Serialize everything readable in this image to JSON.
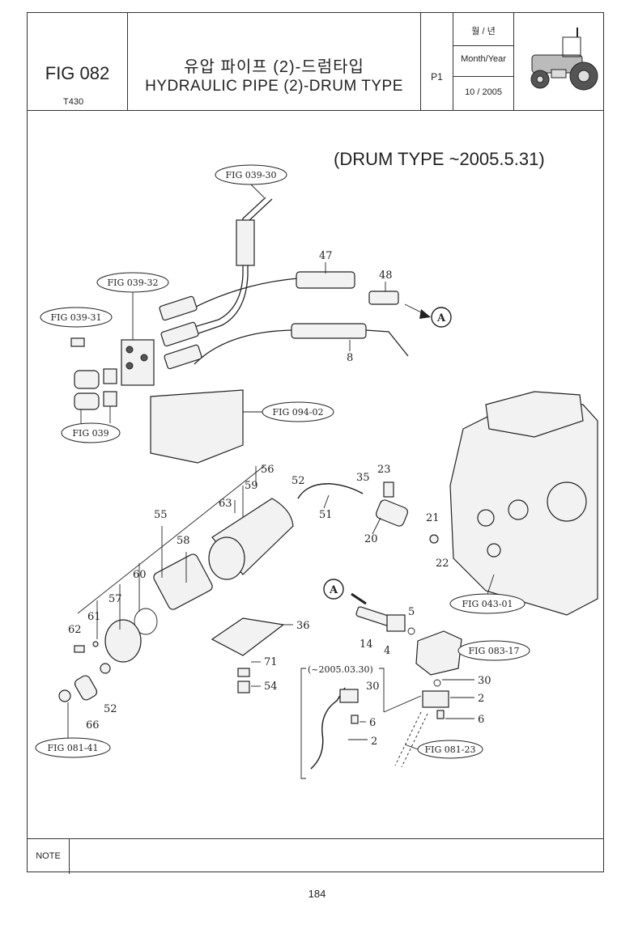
{
  "header": {
    "fig_no": "FIG 082",
    "model": "T430",
    "title_ko": "유압 파이프 (2)-드럼타입",
    "title_en": "HYDRAULIC PIPE (2)-DRUM TYPE",
    "page": "P1",
    "date_label_ko": "월 / 년",
    "date_label_en": "Month/Year",
    "date_value": "10 / 2005"
  },
  "diagram": {
    "caption": "(DRUM TYPE ~2005.5.31)",
    "inset_caption": "(~2005.03.30)",
    "refs": {
      "fig_039_30": "FIG 039-30",
      "fig_039_32": "FIG 039-32",
      "fig_039_31": "FIG 039-31",
      "fig_039": "FIG 039",
      "fig_094_02": "FIG 094-02",
      "fig_043_01": "FIG 043-01",
      "fig_083_17": "FIG 083-17",
      "fig_081_41": "FIG 081-41",
      "fig_081_23": "FIG 081-23"
    },
    "connector": "A",
    "parts": {
      "p47": "47",
      "p48": "48",
      "p8": "8",
      "p56": "56",
      "p59": "59",
      "p63": "63",
      "p52a": "52",
      "p51": "51",
      "p35": "35",
      "p23": "23",
      "p20": "20",
      "p21": "21",
      "p22": "22",
      "p55": "55",
      "p58": "58",
      "p60": "60",
      "p57": "57",
      "p61": "61",
      "p62": "62",
      "p36": "36",
      "p71": "71",
      "p54": "54",
      "p5": "5",
      "p14": "14",
      "p4": "4",
      "p30a": "30",
      "p6a": "6",
      "p2a": "2",
      "p30b": "30",
      "p2b": "2",
      "p6b": "6",
      "p66": "66",
      "p52b": "52"
    }
  },
  "notes": {
    "label": "NOTE",
    "text": ""
  },
  "page_number": "184"
}
